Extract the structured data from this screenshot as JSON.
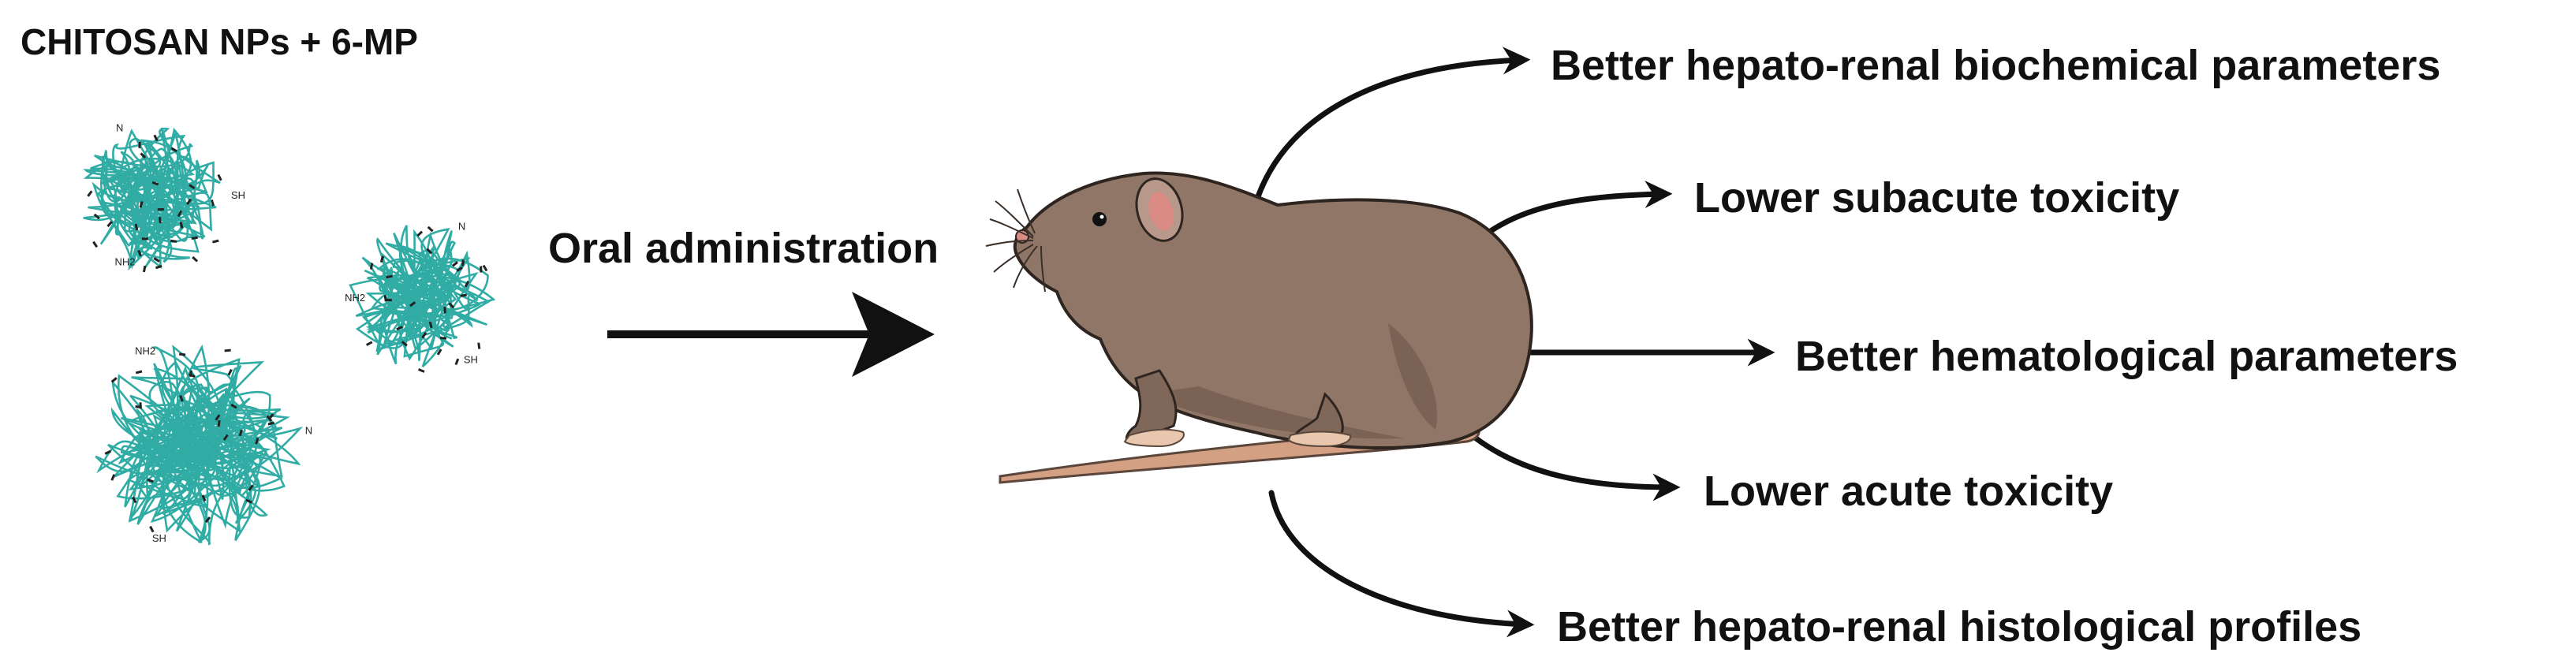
{
  "title": "CHITOSAN NPs + 6-MP",
  "route_label": "Oral administration",
  "outcomes": [
    "Better hepato-renal biochemical parameters",
    "Lower subacute toxicity",
    "Better hematological parameters",
    "Lower acute toxicity",
    "Better hepato-renal histological profiles"
  ],
  "nanoparticle_labels": [
    "SH",
    "NH2",
    "N"
  ],
  "colors": {
    "nanoparticle": "#1aa39a",
    "rat_body": "#8f7666",
    "rat_dark": "#6e5a4d",
    "tail": "#d4a084",
    "feet": "#e8c7ae",
    "ear_inner": "#d98b84",
    "arrow": "#111111"
  },
  "icons": [
    "chitosan-nanoparticle-icon",
    "rat-illustration",
    "arrow-icon"
  ]
}
